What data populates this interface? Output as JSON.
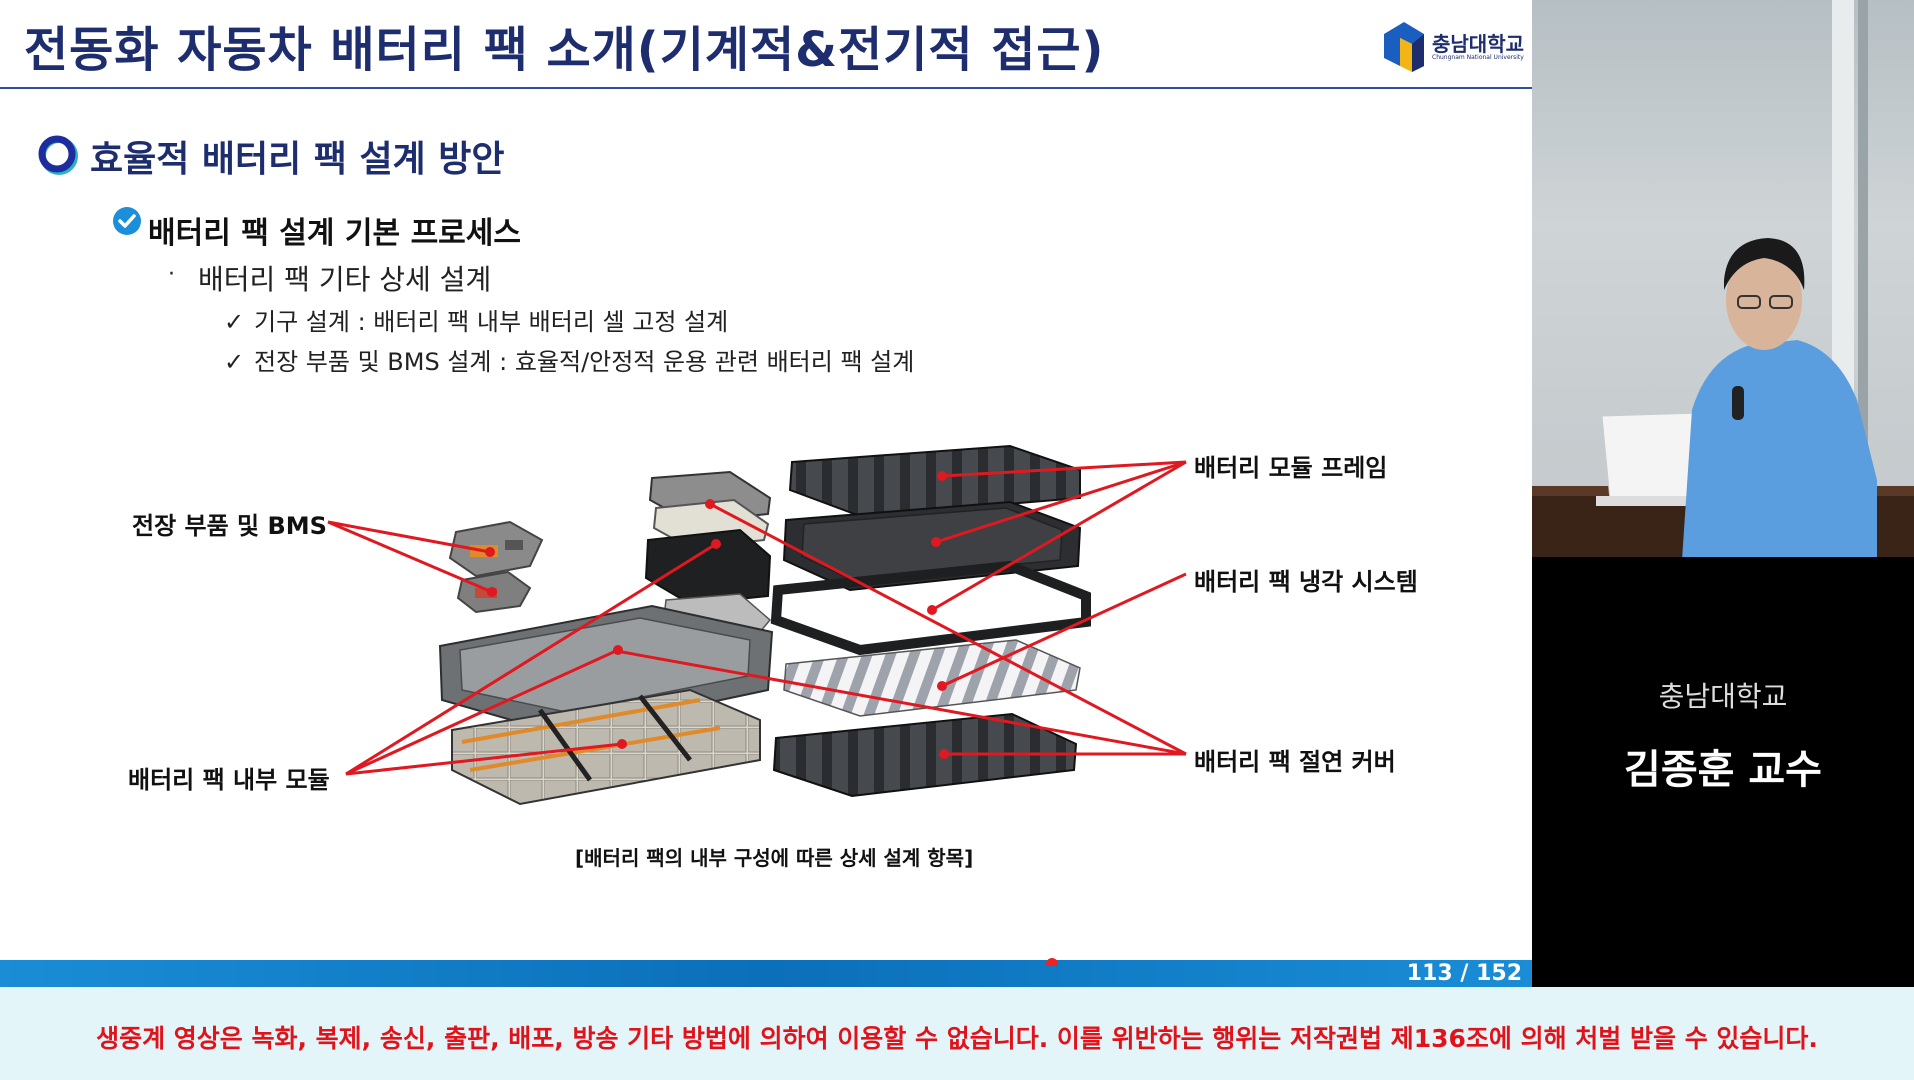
{
  "slide": {
    "title": "전동화 자동차 배터리 팩 소개(기계적&전기적 접근)",
    "logo": {
      "name": "충남대학교",
      "sub": "Chungnam National University"
    },
    "heading": "효율적 배터리 팩 설계 방안",
    "subheading": "배터리 팩 설계 기본 프로세스",
    "bullet": "배터리 팩 기타 상세 설계",
    "checks": [
      "기구 설계 : 배터리 팩 내부 배터리 셀 고정 설계",
      "전장 부품 및 BMS 설계 : 효율적/안정적 운용 관련 배터리 팩 설계"
    ],
    "diagram": {
      "labels": {
        "bms": "전장 부품 및 BMS",
        "module": "배터리 팩 내부 모듈",
        "frame": "배터리 모듈 프레임",
        "cooling": "배터리 팩 냉각 시스템",
        "cover": "배터리 팩 절연 커버"
      },
      "caption": "[배터리 팩의 내부 구성에 따른 상세 설계 항목]"
    },
    "page": "113 / 152"
  },
  "presenter": {
    "university": "충남대학교",
    "name": "김종훈 교수"
  },
  "footer": {
    "notice": "생중계 영상은 녹화, 복제, 송신, 출판, 배포, 방송 기타 방법에 의하여 이용할 수 없습니다. 이를 위반하는 행위는 저작권법 제136조에 의해 처벌 받을 수  있습니다."
  },
  "colors": {
    "title": "#1e2d6e",
    "leader_line": "#e01820",
    "page_bar": "#0b6fbb",
    "footer_text": "#e0131a"
  }
}
